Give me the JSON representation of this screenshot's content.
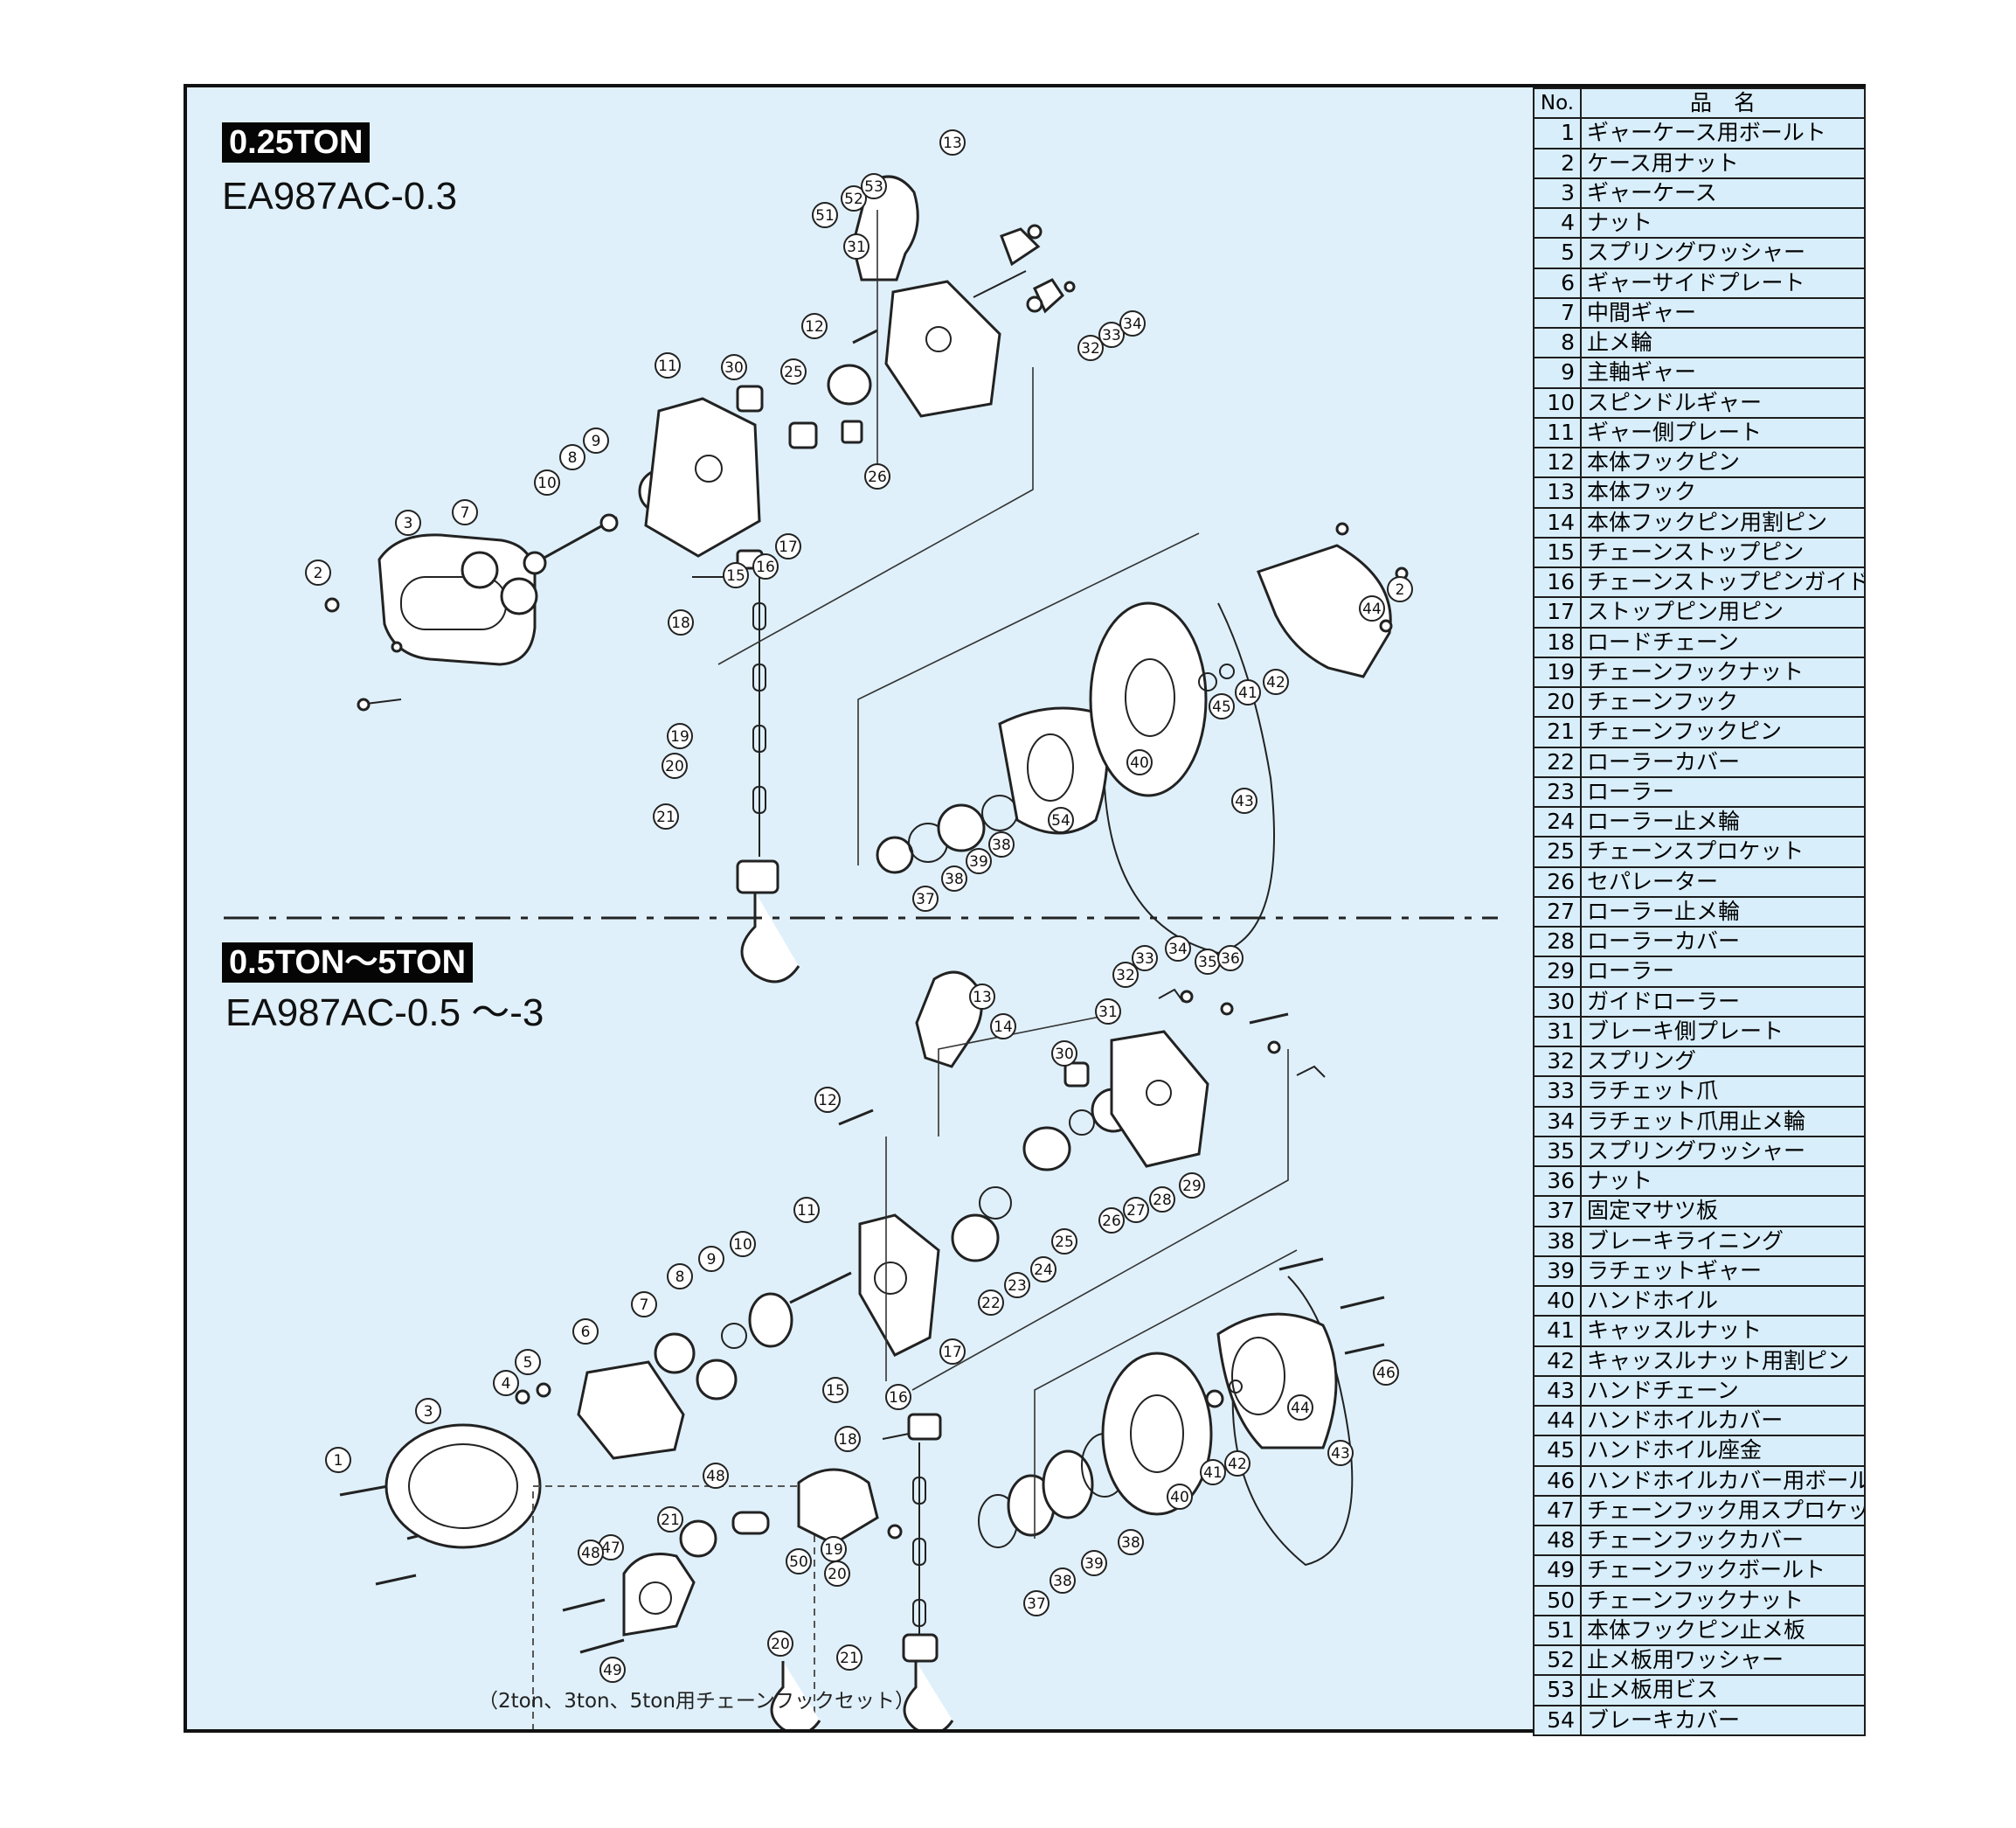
{
  "sections": {
    "top": {
      "title": "0.25TON",
      "model": "EA987AC-0.3"
    },
    "bottom": {
      "title": "0.5TON〜5TON",
      "model": "EA987AC-0.5 〜-3"
    }
  },
  "chain_hook_set_caption": "（2ton、3ton、5ton用チェーンフックセット）",
  "table": {
    "header_no": "No.",
    "header_name": "品　名",
    "rows": [
      {
        "no": "1",
        "name": "ギャーケース用ボールト"
      },
      {
        "no": "2",
        "name": "ケース用ナット"
      },
      {
        "no": "3",
        "name": "ギャーケース"
      },
      {
        "no": "4",
        "name": "ナット"
      },
      {
        "no": "5",
        "name": "スプリングワッシャー"
      },
      {
        "no": "6",
        "name": "ギャーサイドプレート"
      },
      {
        "no": "7",
        "name": "中間ギャー"
      },
      {
        "no": "8",
        "name": "止メ輪"
      },
      {
        "no": "9",
        "name": "主軸ギャー"
      },
      {
        "no": "10",
        "name": "スピンドルギャー"
      },
      {
        "no": "11",
        "name": "ギャー側プレート"
      },
      {
        "no": "12",
        "name": "本体フックピン"
      },
      {
        "no": "13",
        "name": "本体フック"
      },
      {
        "no": "14",
        "name": "本体フックピン用割ピン"
      },
      {
        "no": "15",
        "name": "チェーンストップピン"
      },
      {
        "no": "16",
        "name": "チェーンストップピンガイド"
      },
      {
        "no": "17",
        "name": "ストップピン用ピン"
      },
      {
        "no": "18",
        "name": "ロードチェーン"
      },
      {
        "no": "19",
        "name": "チェーンフックナット"
      },
      {
        "no": "20",
        "name": "チェーンフック"
      },
      {
        "no": "21",
        "name": "チェーンフックピン"
      },
      {
        "no": "22",
        "name": "ローラーカバー"
      },
      {
        "no": "23",
        "name": "ローラー"
      },
      {
        "no": "24",
        "name": "ローラー止メ輪"
      },
      {
        "no": "25",
        "name": "チェーンスプロケット"
      },
      {
        "no": "26",
        "name": "セパレーター"
      },
      {
        "no": "27",
        "name": "ローラー止メ輪"
      },
      {
        "no": "28",
        "name": "ローラーカバー"
      },
      {
        "no": "29",
        "name": "ローラー"
      },
      {
        "no": "30",
        "name": "ガイドローラー"
      },
      {
        "no": "31",
        "name": "ブレーキ側プレート"
      },
      {
        "no": "32",
        "name": "スプリング"
      },
      {
        "no": "33",
        "name": "ラチェット爪"
      },
      {
        "no": "34",
        "name": "ラチェット爪用止メ輪"
      },
      {
        "no": "35",
        "name": "スプリングワッシャー"
      },
      {
        "no": "36",
        "name": "ナット"
      },
      {
        "no": "37",
        "name": "固定マサツ板"
      },
      {
        "no": "38",
        "name": "ブレーキライニング"
      },
      {
        "no": "39",
        "name": "ラチェットギャー"
      },
      {
        "no": "40",
        "name": "ハンドホイル"
      },
      {
        "no": "41",
        "name": "キャッスルナット"
      },
      {
        "no": "42",
        "name": "キャッスルナット用割ピン"
      },
      {
        "no": "43",
        "name": "ハンドチェーン"
      },
      {
        "no": "44",
        "name": "ハンドホイルカバー"
      },
      {
        "no": "45",
        "name": "ハンドホイル座金"
      },
      {
        "no": "46",
        "name": "ハンドホイルカバー用ボールト"
      },
      {
        "no": "47",
        "name": "チェーンフック用スプロケット"
      },
      {
        "no": "48",
        "name": "チェーンフックカバー"
      },
      {
        "no": "49",
        "name": "チェーンフックボールト"
      },
      {
        "no": "50",
        "name": "チェーンフックナット"
      },
      {
        "no": "51",
        "name": "本体フックピン止メ板"
      },
      {
        "no": "52",
        "name": "止メ板用ワッシャー"
      },
      {
        "no": "53",
        "name": "止メ板用ビス"
      },
      {
        "no": "54",
        "name": "ブレーキカバー"
      }
    ]
  },
  "callouts_top": [
    "2",
    "3",
    "7",
    "10",
    "8",
    "9",
    "11",
    "30",
    "25",
    "12",
    "31",
    "51",
    "52",
    "53",
    "13",
    "26",
    "32",
    "33",
    "34",
    "17",
    "16",
    "15",
    "18",
    "19",
    "20",
    "21",
    "37",
    "38",
    "39",
    "38",
    "54",
    "40",
    "45",
    "41",
    "42",
    "43",
    "44",
    "2"
  ],
  "callouts_bottom": [
    "1",
    "3",
    "4",
    "5",
    "6",
    "7",
    "8",
    "9",
    "10",
    "11",
    "12",
    "13",
    "14",
    "30",
    "31",
    "32",
    "33",
    "34",
    "35",
    "36",
    "22",
    "23",
    "24",
    "25",
    "26",
    "27",
    "28",
    "29",
    "15",
    "16",
    "17",
    "18",
    "19",
    "20",
    "21",
    "48",
    "47",
    "21",
    "48",
    "50",
    "20",
    "49",
    "37",
    "38",
    "39",
    "38",
    "40",
    "41",
    "42",
    "43",
    "44",
    "46"
  ]
}
